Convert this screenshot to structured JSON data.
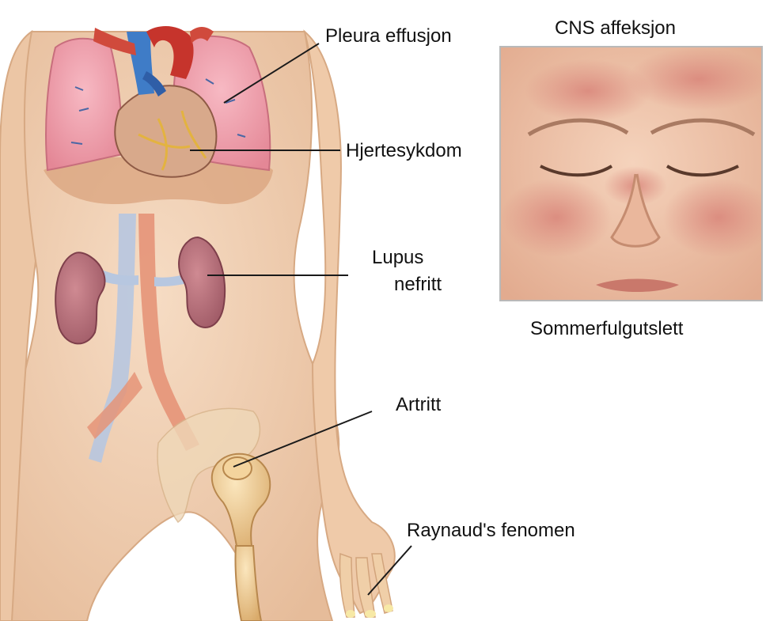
{
  "labels": {
    "pleura": "Pleura effusjon",
    "heart": "Hjertesykdom",
    "lupus_line1": "Lupus",
    "lupus_line2": "nefritt",
    "arthritis": "Artritt",
    "raynaud": "Raynaud's fenomen",
    "cns": "CNS affeksjon",
    "rash": "Sommerfulgutslett"
  },
  "colors": {
    "skin": "#f2d2b6",
    "skin_shadow": "#e1b592",
    "lung": "#f2a2b0",
    "heart": "#d9a88a",
    "kidney": "#b9707a",
    "vein": "#a9bedc",
    "artery": "#d9705a",
    "bone": "#e8c993",
    "rash": "#d98a7c",
    "leader_line": "#1a1a1a",
    "frame": "#b9b9b9"
  }
}
